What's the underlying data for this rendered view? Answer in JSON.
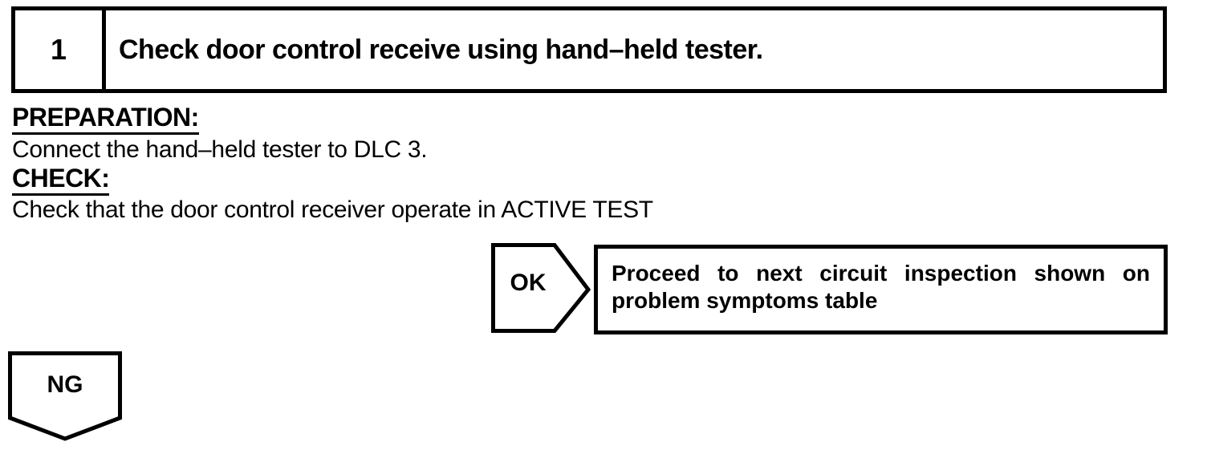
{
  "page": {
    "paper_color": "#ffffff",
    "ink_color": "#000000"
  },
  "step_header": {
    "number": "1",
    "title": "Check door control receive using hand–held tester."
  },
  "preparation": {
    "heading": "PREPARATION:",
    "body": "Connect the hand–held tester to DLC 3."
  },
  "check": {
    "heading": "CHECK:",
    "body": "Check that the door control receiver operate in ACTIVE TEST"
  },
  "ok_branch": {
    "label": "OK",
    "result_line1": "Proceed to next circuit inspection shown on",
    "result_line2": "problem symptoms table"
  },
  "ng_branch": {
    "label": "NG"
  }
}
